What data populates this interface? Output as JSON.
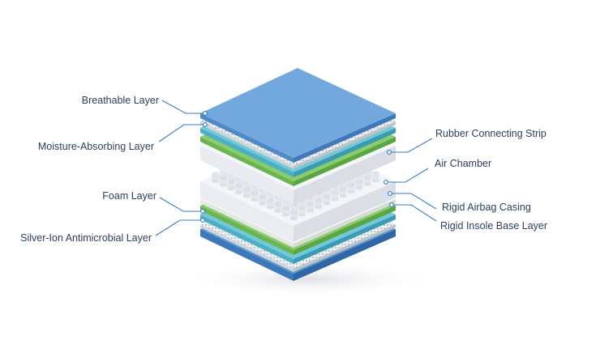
{
  "title": "Layered insole structure diagram",
  "labels_left": [
    {
      "id": "breathable",
      "text": "Breathable Layer"
    },
    {
      "id": "moisture",
      "text": "Moisture-Absorbing Layer"
    },
    {
      "id": "foam",
      "text": "Foam Layer"
    },
    {
      "id": "silver",
      "text": "Silver-Ion Antimicrobial Layer"
    }
  ],
  "labels_right": [
    {
      "id": "rubber",
      "text": "Rubber Connecting Strip"
    },
    {
      "id": "air",
      "text": "Air Chamber"
    },
    {
      "id": "casing",
      "text": "Rigid Airbag Casing"
    },
    {
      "id": "base",
      "text": "Rigid Insole Base Layer"
    }
  ],
  "colors": {
    "text": "#2b3f5c",
    "leader": "#3a7bc0",
    "blue": "#6fa6dc",
    "teal": "#6fc6d6",
    "green": "#86c96a",
    "white": "#f2f4f7"
  }
}
